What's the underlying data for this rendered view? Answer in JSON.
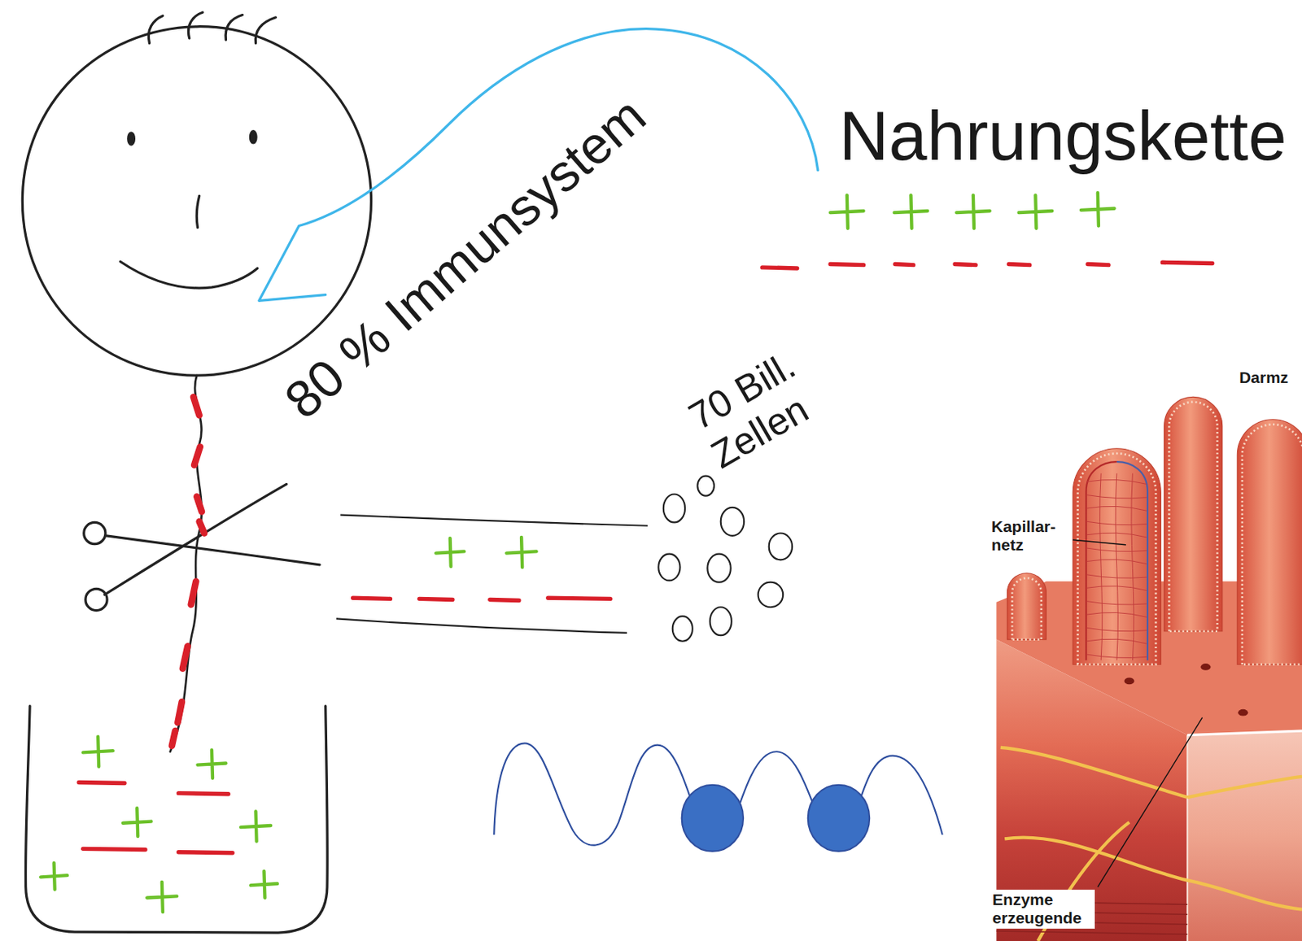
{
  "diagram": {
    "labels": [
      "80 % Immunsystem",
      "Nahrungskette",
      "70 Bill. Zellen",
      "Darmz",
      "Kapillar- netz",
      "Enzyme erzeugende"
    ]
  }
}
